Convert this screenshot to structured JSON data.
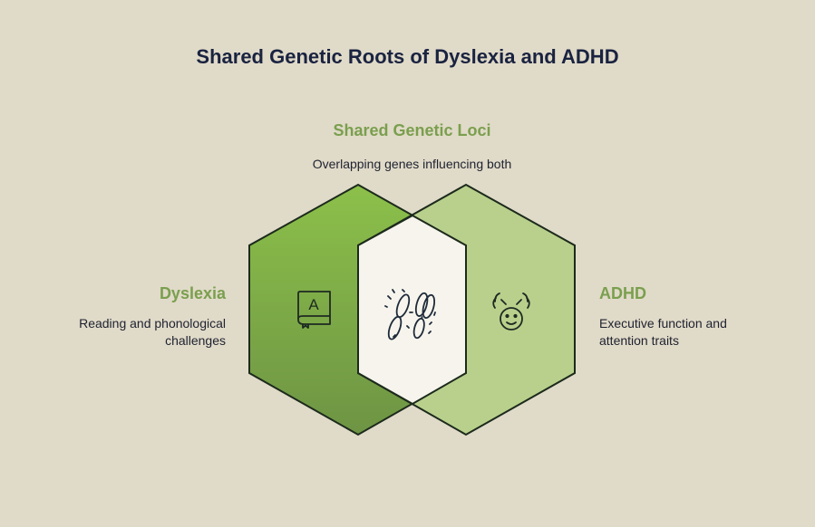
{
  "title": "Shared Genetic Roots of Dyslexia and ADHD",
  "center": {
    "heading": "Shared Genetic Loci",
    "description": "Overlapping genes influencing both"
  },
  "left": {
    "heading": "Dyslexia",
    "description_line1": "Reading and phonological",
    "description_line2": "challenges",
    "icon": "book-icon",
    "icon_letter": "A"
  },
  "right": {
    "heading": "ADHD",
    "description_line1": "Executive function and",
    "description_line2": "attention traits",
    "icon": "distracted-child-icon"
  },
  "overlap": {
    "icon": "chromosome-icon"
  },
  "colors": {
    "background": "#e0dac8",
    "left_hexagon_top": "#8cc04a",
    "left_hexagon_bottom": "#6e9444",
    "right_hexagon": "#b9d08c",
    "overlap": "#f6f4ec",
    "heading_green": "#7a9f4e",
    "title": "#1a2340"
  }
}
